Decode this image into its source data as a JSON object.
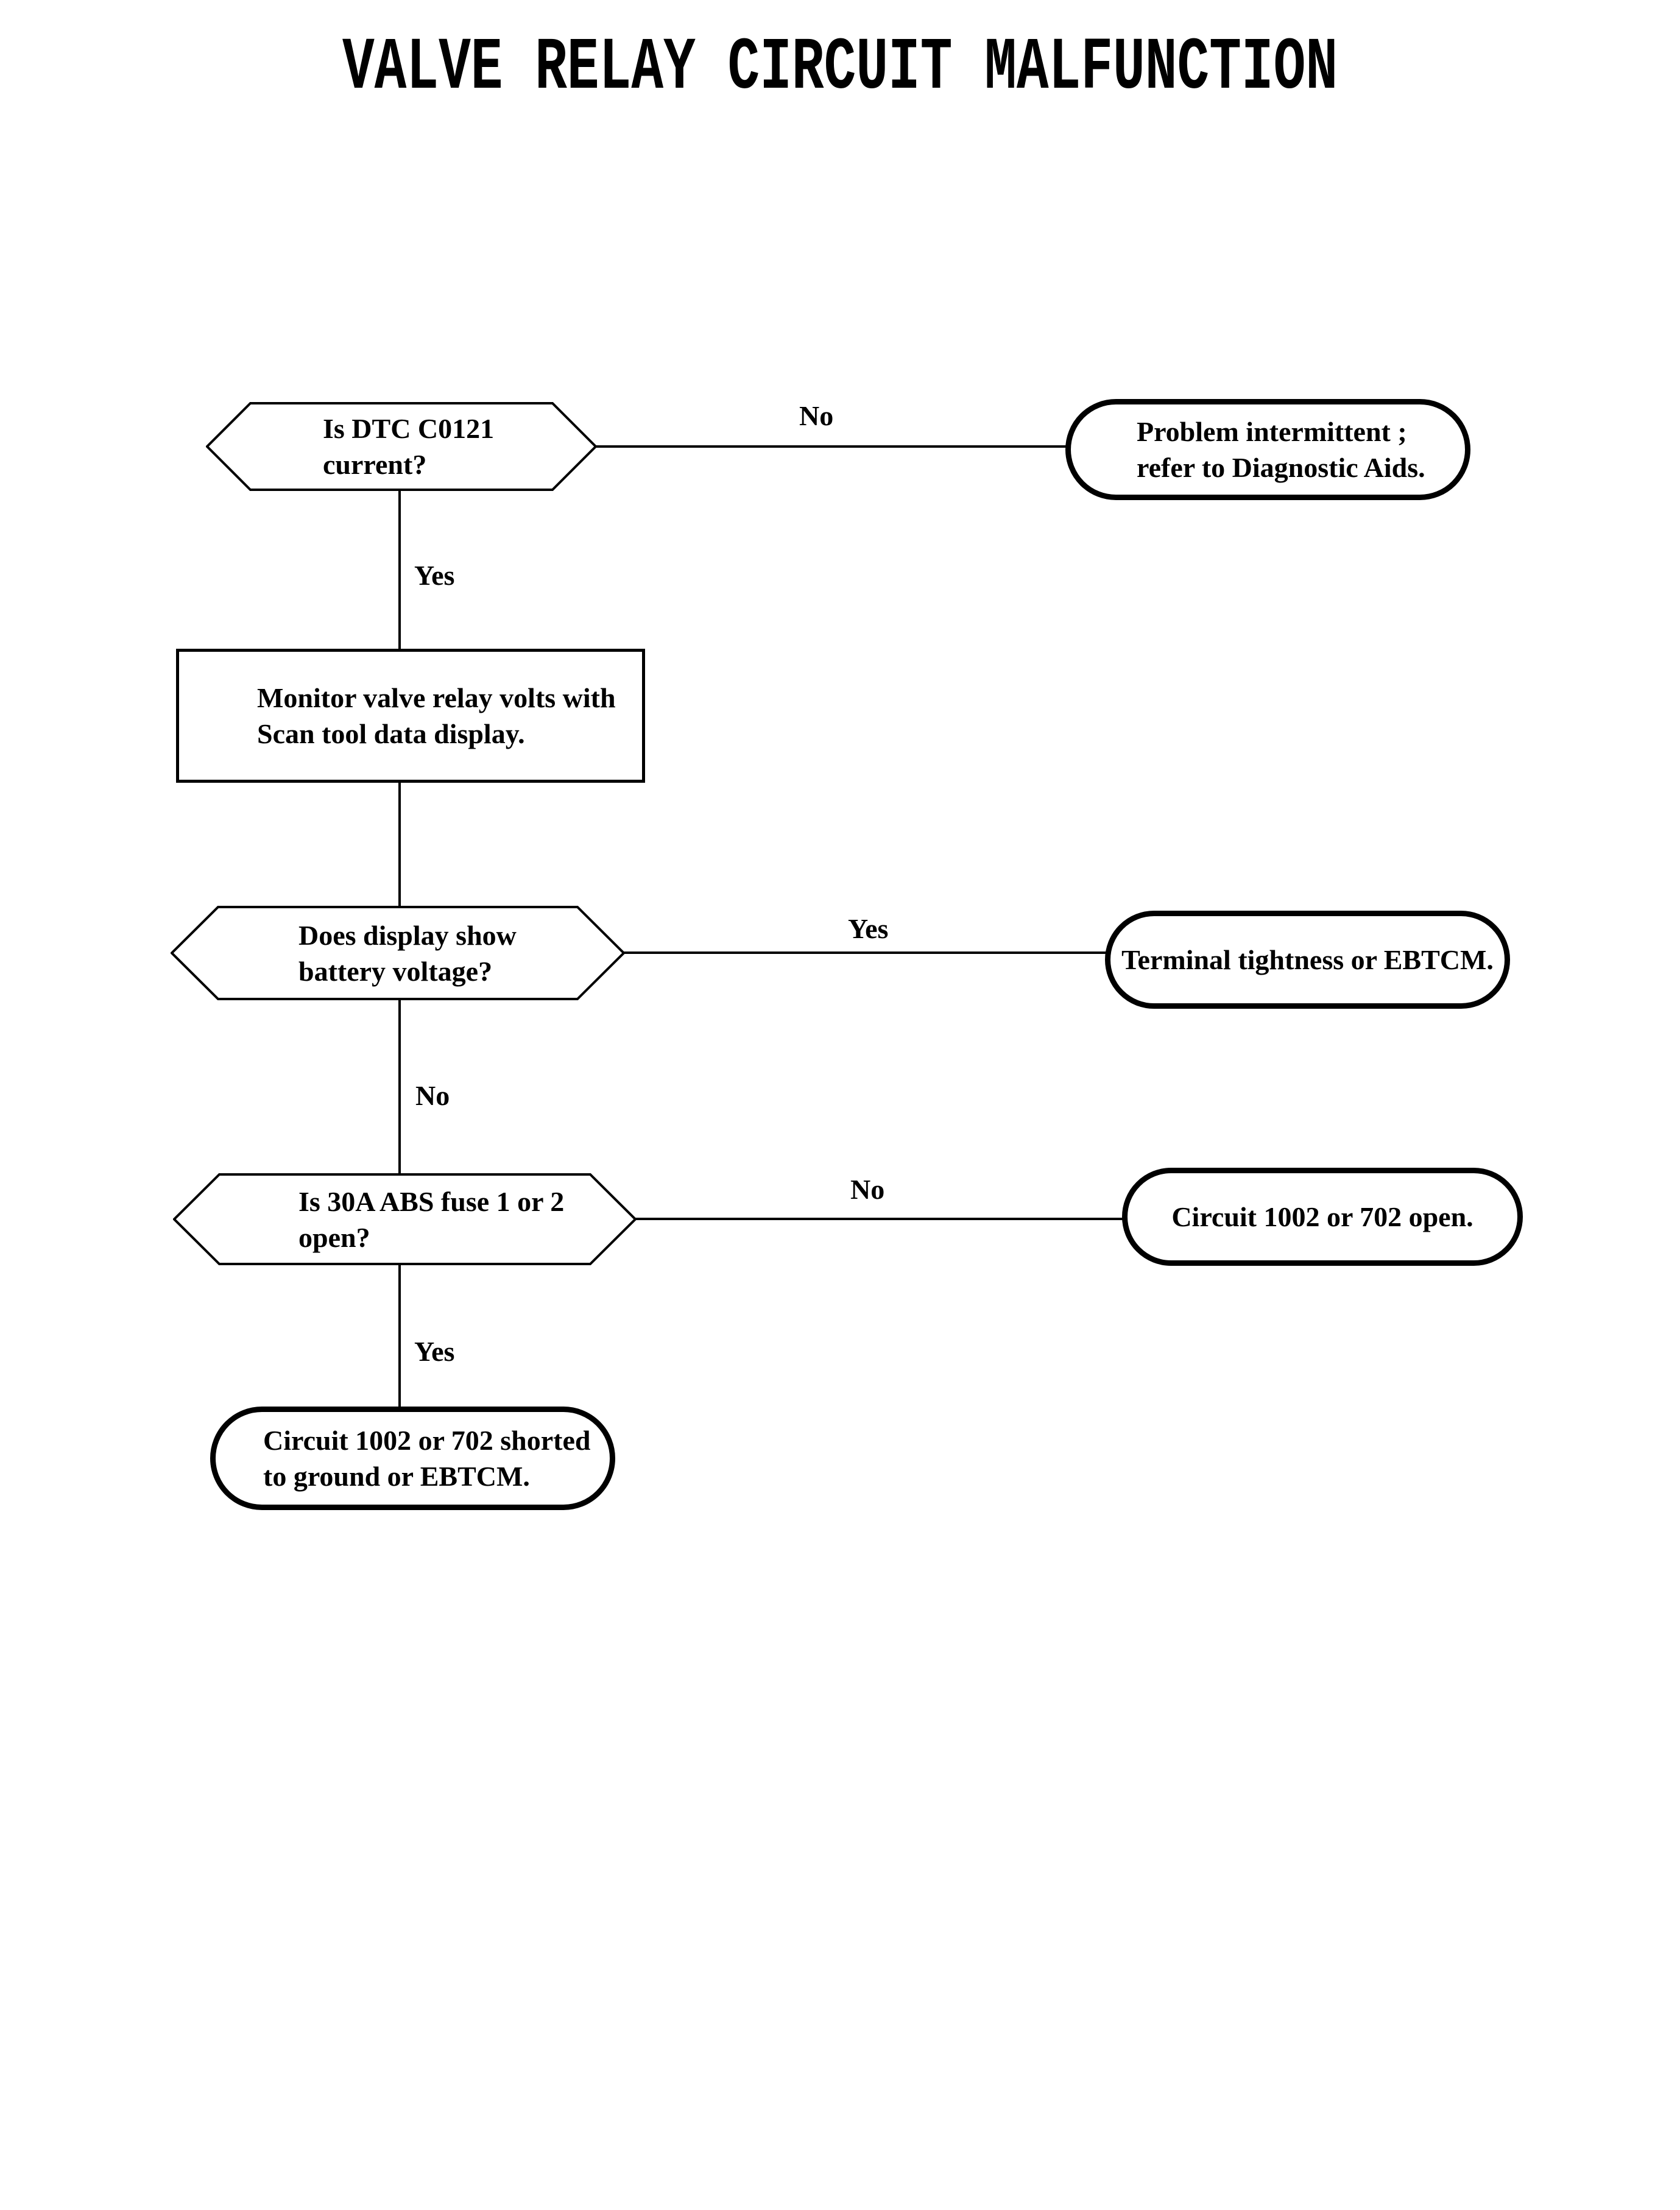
{
  "page": {
    "title": "VALVE RELAY CIRCUIT MALFUNCTION"
  },
  "colors": {
    "ink": "#000000",
    "paper": "#ffffff"
  },
  "flowchart": {
    "decisions": [
      {
        "id": "dtc-current",
        "line1": "Is DTC C0121",
        "line2": "current?"
      },
      {
        "id": "battery-voltage",
        "line1": "Does display show",
        "line2": "battery voltage?"
      },
      {
        "id": "fuse-open",
        "line1": "Is 30A ABS fuse 1 or 2",
        "line2": "open?"
      }
    ],
    "process": {
      "line1": "Monitor valve relay volts with",
      "line2": "Scan tool data display."
    },
    "terminals": [
      {
        "id": "problem-intermittent",
        "line1": "Problem intermittent ;",
        "line2": "refer to Diagnostic Aids."
      },
      {
        "id": "terminal-tightness",
        "line1": "Terminal tightness or EBTCM."
      },
      {
        "id": "circuit-open",
        "line1": "Circuit 1002 or 702 open."
      },
      {
        "id": "circuit-shorted",
        "line1": "Circuit 1002 or 702 shorted",
        "line2": "to ground or EBTCM."
      }
    ],
    "edge_labels": {
      "dtc_no": "No",
      "dtc_yes": "Yes",
      "battery_yes": "Yes",
      "battery_no": "No",
      "fuse_no": "No",
      "fuse_yes": "Yes"
    }
  }
}
